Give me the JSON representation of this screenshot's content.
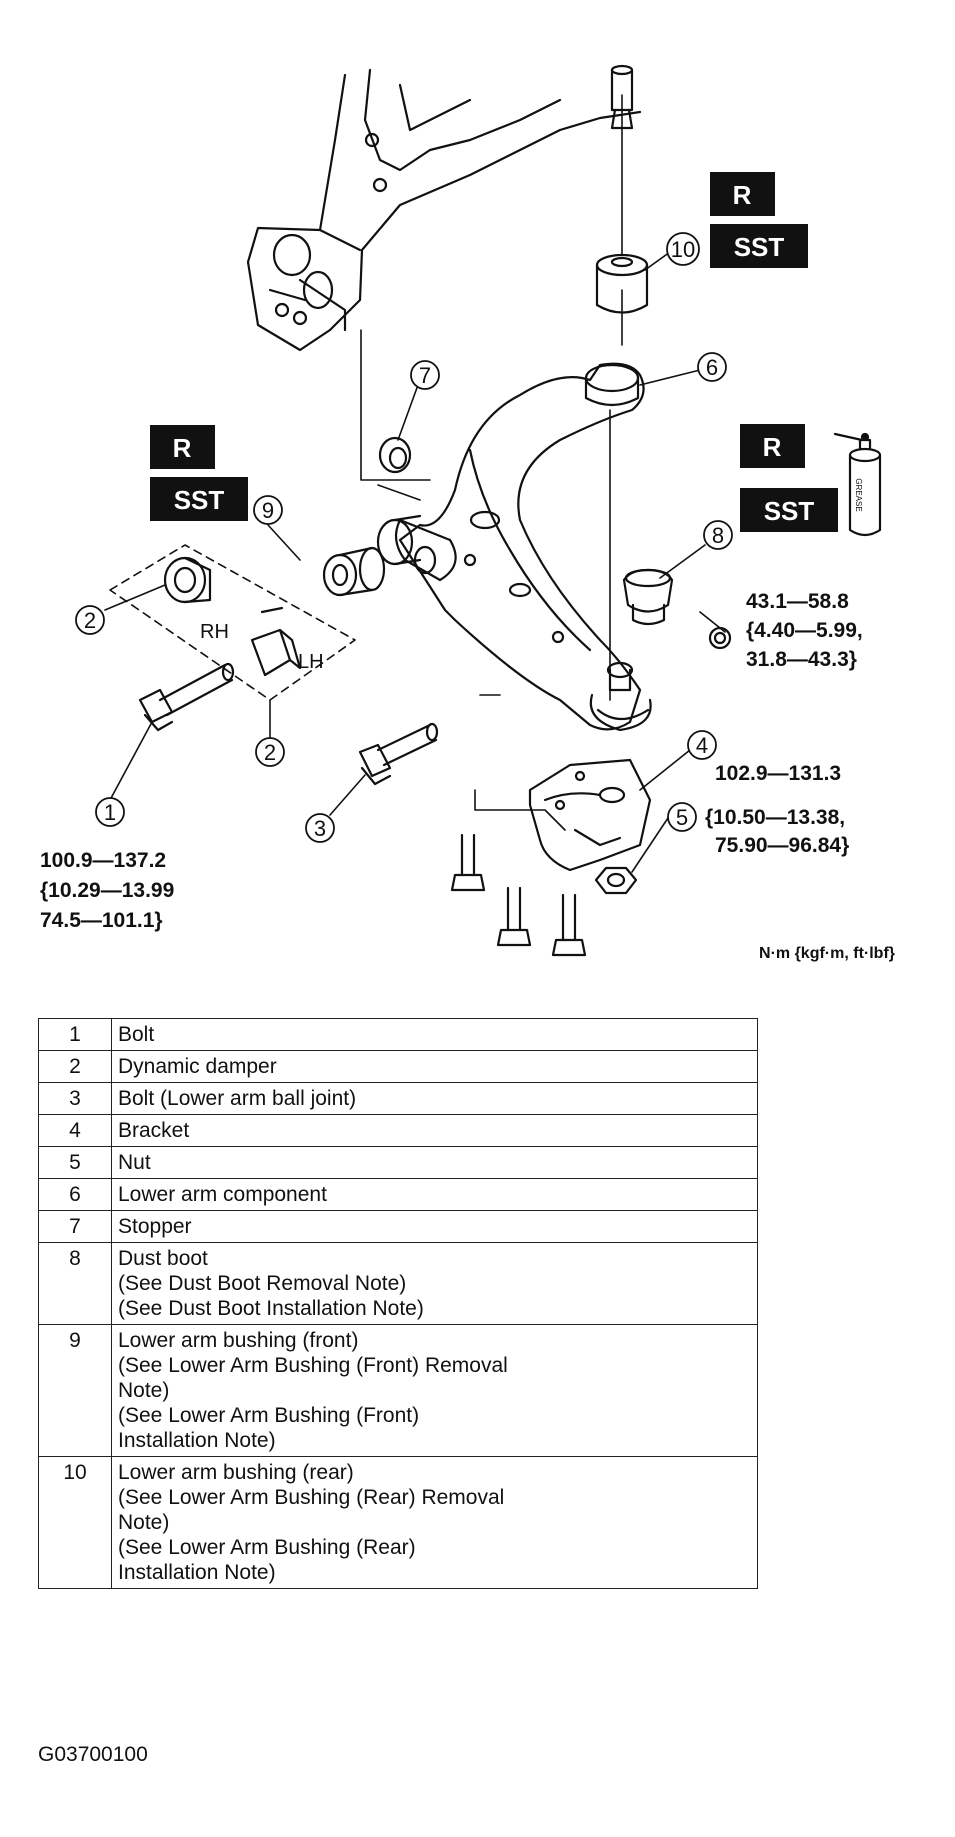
{
  "diagram": {
    "callouts": [
      "1",
      "2",
      "2",
      "3",
      "4",
      "5",
      "6",
      "7",
      "8",
      "9",
      "10"
    ],
    "badges": {
      "r": "R",
      "sst": "SST"
    },
    "side_labels": {
      "rh": "RH",
      "lh": "LH"
    },
    "grease_label": "GREASE",
    "torque_1": [
      "100.9—137.2",
      "{10.29—13.99",
      "74.5—101.1}"
    ],
    "torque_8": [
      "43.1—58.8",
      "{4.40—5.99,",
      "31.8—43.3}"
    ],
    "torque_5": [
      "102.9—131.3",
      "{10.50—13.38,",
      "75.90—96.84}"
    ],
    "units": "N·m {kgf·m, ft·lbf}"
  },
  "parts": [
    {
      "num": "1",
      "lines": [
        "Bolt"
      ]
    },
    {
      "num": "2",
      "lines": [
        "Dynamic damper"
      ]
    },
    {
      "num": "3",
      "lines": [
        "Bolt (Lower arm ball joint)"
      ]
    },
    {
      "num": "4",
      "lines": [
        "Bracket"
      ]
    },
    {
      "num": "5",
      "lines": [
        "Nut"
      ]
    },
    {
      "num": "6",
      "lines": [
        "Lower arm component"
      ]
    },
    {
      "num": "7",
      "lines": [
        "Stopper"
      ]
    },
    {
      "num": "8",
      "lines": [
        "Dust boot",
        "(See  Dust Boot Removal Note)",
        "(See  Dust Boot Installation Note)"
      ]
    },
    {
      "num": "9",
      "lines": [
        "Lower arm bushing (front)",
        "(See  Lower Arm Bushing (Front) Removal",
        "Note)",
        "(See Lower Arm Bushing (Front)",
        "Installation Note)"
      ]
    },
    {
      "num": "10",
      "lines": [
        "Lower arm bushing (rear)",
        "(See  Lower Arm Bushing (Rear) Removal",
        "Note)",
        "(See Lower Arm Bushing (Rear)",
        "Installation Note)"
      ]
    }
  ],
  "figure_id": "G03700100"
}
